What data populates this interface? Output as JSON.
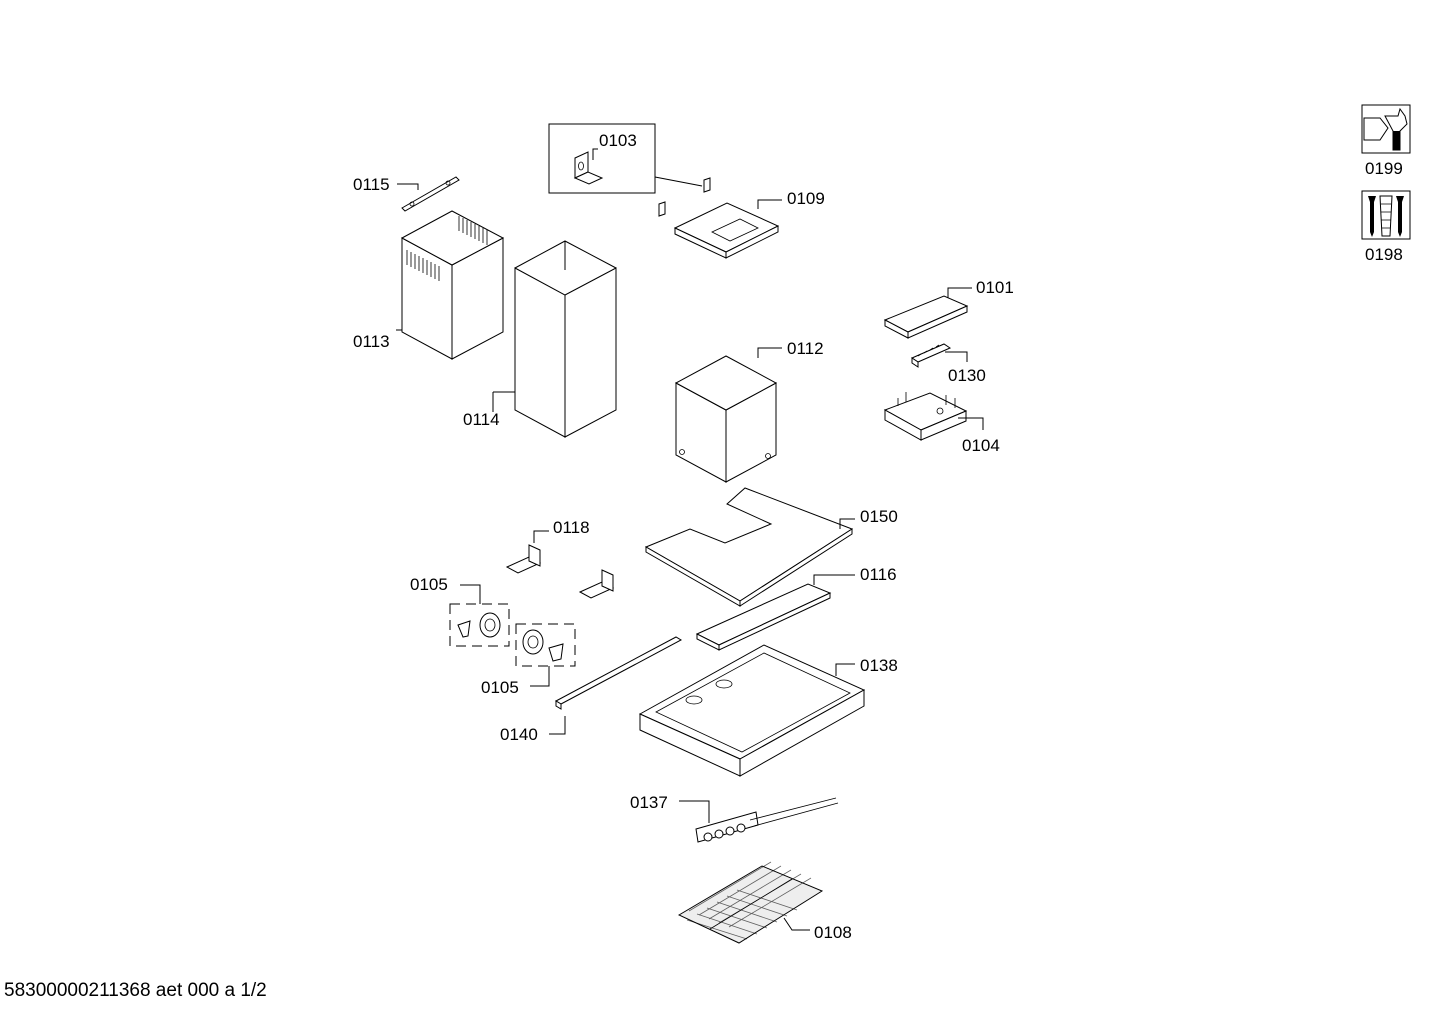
{
  "parts": {
    "p0103": "0103",
    "p0115": "0115",
    "p0109": "0109",
    "p0113": "0113",
    "p0114": "0114",
    "p0101": "0101",
    "p0112": "0112",
    "p0130": "0130",
    "p0104": "0104",
    "p0150": "0150",
    "p0118": "0118",
    "p0105a": "0105",
    "p0116": "0116",
    "p0105b": "0105",
    "p0138": "0138",
    "p0140": "0140",
    "p0137": "0137",
    "p0108": "0108",
    "p0199": "0199",
    "p0198": "0198"
  },
  "footer": {
    "doc_id": "58300000211368 aet 000 a 1/2"
  },
  "icons": {
    "p0199": "bolt-and-wrench-icon",
    "p0198": "screws-and-dowels-icon"
  }
}
